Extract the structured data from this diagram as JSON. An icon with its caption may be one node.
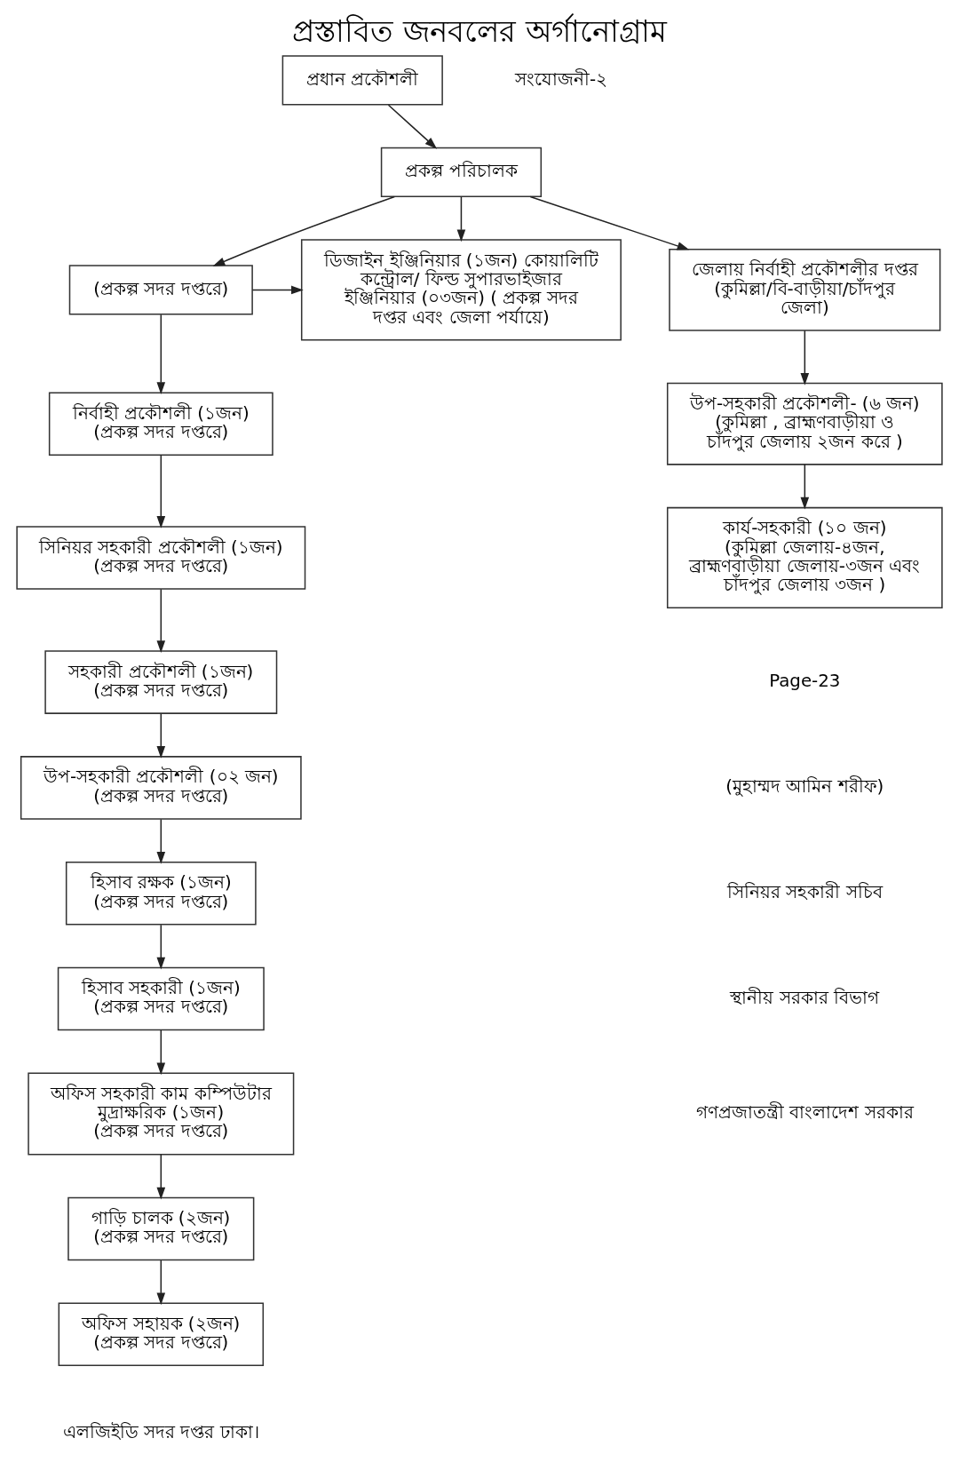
{
  "diagram": {
    "title": "প্রস্তাবিত জনবলের অর্গানোগ্রাম",
    "nodes": [
      {
        "text": [
          "প্রধান প্রকৌশলী"
        ]
      },
      {
        "text": [
          "প্রকল্প পরিচালক"
        ]
      },
      {
        "text": [
          "(প্রকল্প সদর দপ্তরে)"
        ]
      },
      {
        "text": [
          "ডিজাইন ইঞ্জিনিয়ার (১জন) কোয়ালিটি কন্ট্রোল/ ফিল্ড সুপারভাইজার ইঞ্জিনিয়ার (০৩জন) ( প্রকল্প সদর দপ্তর এবং জেলা পর্যায়ে)"
        ]
      },
      {
        "text": [
          "নির্বাহী প্রকৌশলী (১জন)",
          "(প্রকল্প সদর দপ্তরে)"
        ]
      },
      {
        "text": [
          "সিনিয়র সহকারী প্রকৌশলী (১জন)",
          "(প্রকল্প সদর দপ্তরে)"
        ]
      },
      {
        "text": [
          "সহকারী প্রকৌশলী (১জন)",
          "(প্রকল্প সদর দপ্তরে)"
        ]
      },
      {
        "text": [
          "উপ-সহকারী প্রকৌশলী (০২ জন)",
          "(প্রকল্প সদর দপ্তরে)"
        ]
      },
      {
        "text": [
          "হিসাব রক্ষক (১জন)",
          "(প্রকল্প সদর দপ্তরে)"
        ]
      },
      {
        "text": [
          "হিসাব সহকারী (১জন)",
          "(প্রকল্প সদর দপ্তরে)"
        ]
      },
      {
        "text": [
          "অফিস সহকারী কাম কম্পিউটার মুদ্রাক্ষরিক (১জন)",
          "(প্রকল্প সদর দপ্তরে)"
        ]
      },
      {
        "text": [
          "গাড়ি চালক (২জন)",
          "(প্রকল্প সদর দপ্তরে)"
        ]
      },
      {
        "text": [
          "অফিস সহায়ক (২জন)",
          "(প্রকল্প সদর দপ্তরে)"
        ]
      },
      {
        "text": [
          "জেলায় নির্বাহী প্রকৌশলীর দপ্তর",
          "(কুমিল্লা/বি-বাড়ীয়া/চাঁদপুর জেলা)"
        ]
      },
      {
        "text": [
          "উপ-সহকারী প্রকৌশলী- (৬ জন)",
          "(কুমিল্লা , ব্রাহ্মণবাড়ীয়া ও চাঁদপুর জেলায় ২জন করে )"
        ]
      },
      {
        "text": [
          "কার্য-সহকারী (১০ জন)",
          "(কুমিল্লা জেলায়-৪জন, ব্রাহ্মণবাড়ীয়া জেলায়-৩জন এবং চাঁদপুর জেলায় ৩জন )"
        ]
      }
    ],
    "edges": [
      {
        "from": 0,
        "to": 1,
        "arrow": "to"
      },
      {
        "from": 1,
        "to": 2,
        "arrow": "to"
      },
      {
        "from": 1,
        "to": 3,
        "arrow": "to"
      },
      {
        "from": 1,
        "to": 13,
        "arrow": "to"
      },
      {
        "from": 2,
        "to": 3,
        "arrow": "to"
      },
      {
        "from": 2,
        "to": 4,
        "arrow": "to"
      },
      {
        "from": 4,
        "to": 5,
        "arrow": "to"
      },
      {
        "from": 5,
        "to": 6,
        "arrow": "to"
      },
      {
        "from": 6,
        "to": 7,
        "arrow": "to"
      },
      {
        "from": 7,
        "to": 8,
        "arrow": "to"
      },
      {
        "from": 8,
        "to": 9,
        "arrow": "to"
      },
      {
        "from": 9,
        "to": 10,
        "arrow": "to"
      },
      {
        "from": 10,
        "to": 11,
        "arrow": "to"
      },
      {
        "from": 11,
        "to": 12,
        "arrow": "to"
      },
      {
        "from": 13,
        "to": 14,
        "arrow": "to"
      },
      {
        "from": 14,
        "to": 15,
        "arrow": "to"
      }
    ],
    "labels": [
      "সংযোজনী-২",
      "এলজিইডি সদর দপ্তর ঢাকা।",
      "Page-23",
      "(মুহাম্মদ আমিন শরীফ)",
      "সিনিয়র সহকারী সচিব",
      "স্থানীয় সরকার বিভাগ",
      "গণপ্রজাতন্ত্রী বাংলাদেশ সরকার"
    ]
  }
}
